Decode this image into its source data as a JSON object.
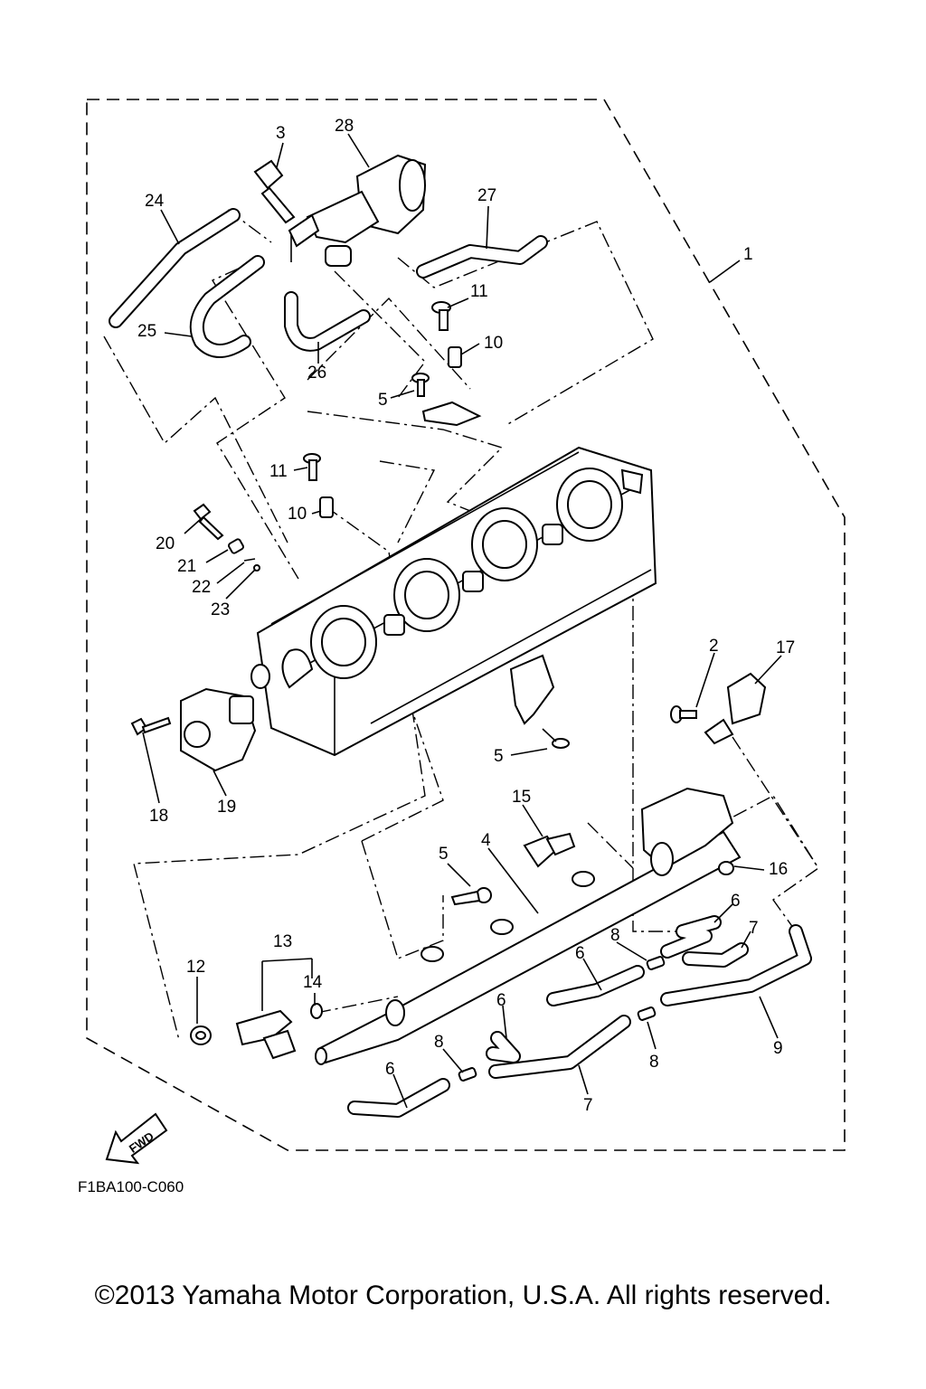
{
  "diagram_code": "F1BA100-C060",
  "copyright": "©2013 Yamaha Motor Corporation, U.S.A. All rights reserved.",
  "fwd_label": "FWD",
  "callouts": [
    {
      "id": "c-3",
      "label": "3"
    },
    {
      "id": "c-28",
      "label": "28"
    },
    {
      "id": "c-24",
      "label": "24"
    },
    {
      "id": "c-27",
      "label": "27"
    },
    {
      "id": "c-1",
      "label": "1"
    },
    {
      "id": "c-11a",
      "label": "11"
    },
    {
      "id": "c-10a",
      "label": "10"
    },
    {
      "id": "c-25",
      "label": "25"
    },
    {
      "id": "c-26",
      "label": "26"
    },
    {
      "id": "c-5a",
      "label": "5"
    },
    {
      "id": "c-11b",
      "label": "11"
    },
    {
      "id": "c-10b",
      "label": "10"
    },
    {
      "id": "c-20",
      "label": "20"
    },
    {
      "id": "c-21",
      "label": "21"
    },
    {
      "id": "c-22",
      "label": "22"
    },
    {
      "id": "c-23",
      "label": "23"
    },
    {
      "id": "c-2",
      "label": "2"
    },
    {
      "id": "c-17",
      "label": "17"
    },
    {
      "id": "c-5b",
      "label": "5"
    },
    {
      "id": "c-18",
      "label": "18"
    },
    {
      "id": "c-19",
      "label": "19"
    },
    {
      "id": "c-15",
      "label": "15"
    },
    {
      "id": "c-5c",
      "label": "5"
    },
    {
      "id": "c-4",
      "label": "4"
    },
    {
      "id": "c-16",
      "label": "16"
    },
    {
      "id": "c-6a",
      "label": "6"
    },
    {
      "id": "c-7a",
      "label": "7"
    },
    {
      "id": "c-8a",
      "label": "8"
    },
    {
      "id": "c-13",
      "label": "13"
    },
    {
      "id": "c-12",
      "label": "12"
    },
    {
      "id": "c-14",
      "label": "14"
    },
    {
      "id": "c-6b",
      "label": "6"
    },
    {
      "id": "c-6c",
      "label": "6"
    },
    {
      "id": "c-9",
      "label": "9"
    },
    {
      "id": "c-8b",
      "label": "8"
    },
    {
      "id": "c-8c",
      "label": "8"
    },
    {
      "id": "c-6d",
      "label": "6"
    },
    {
      "id": "c-7b",
      "label": "7"
    }
  ]
}
